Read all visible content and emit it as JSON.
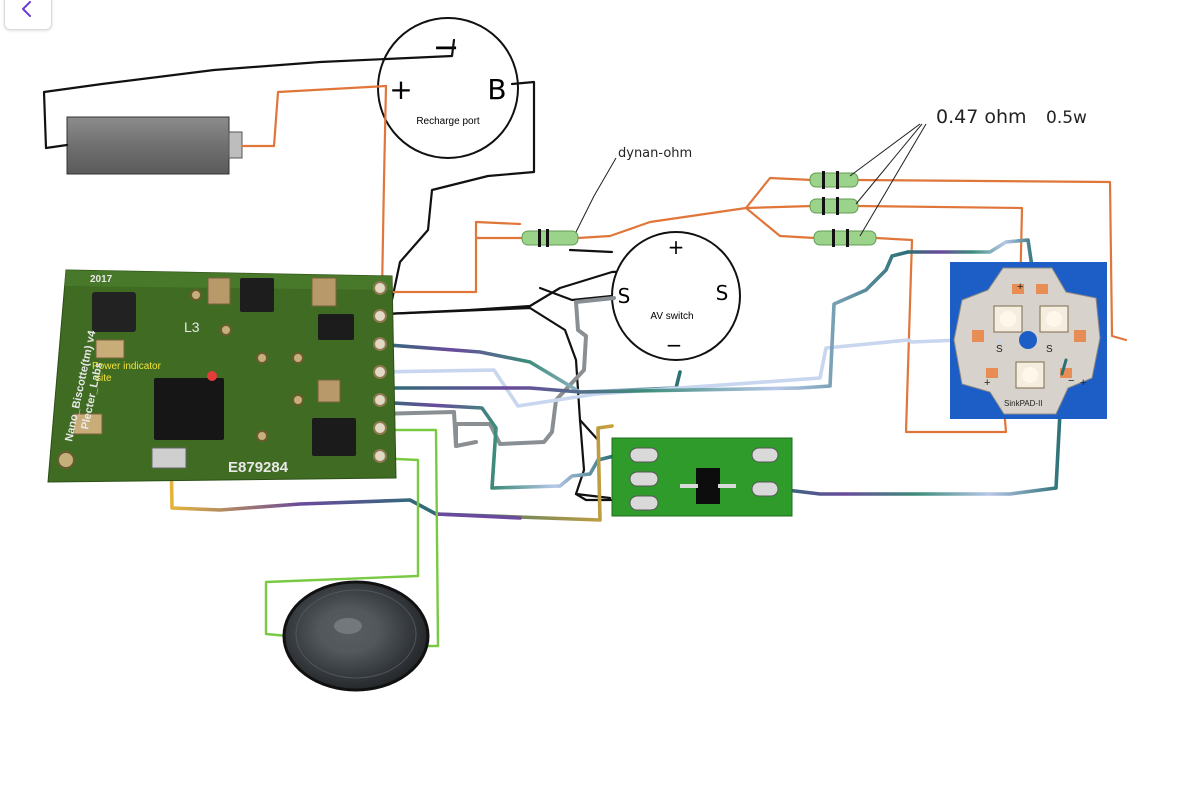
{
  "toolbar": {
    "back_icon": "chevron-left-icon"
  },
  "labels": {
    "recharge_port": "Recharge port",
    "recharge_minus": "−",
    "recharge_plus": "+",
    "recharge_b": "B",
    "av_switch": "AV switch",
    "av_plus": "+",
    "av_minus": "−",
    "av_s_left": "S",
    "av_s_right": "S",
    "resistor_note": "0.47 ohm",
    "resistor_watt": "0.5w",
    "dynamic_note": "dynan-ohm",
    "power_indicator": "Power indicator",
    "power_indicator_site": "site",
    "board_serial": "E879284",
    "board_name": "Nano_Biscotte(tm) v4",
    "board_brand": "Plecter_Labs",
    "board_year": "2017",
    "board_l3": "L3",
    "led_star": "SinkPAD-II",
    "led_plus": "+",
    "led_minus": "−",
    "led_s": "S"
  },
  "colors": {
    "wire_orange": "#e0763a",
    "wire_black": "#111111",
    "wire_green": "#7ac943",
    "wire_gray": "#8a8f93",
    "wire_teal": "#2a6f74",
    "wire_purple": "#6a4a9c",
    "wire_lightblue": "#c8d6ef",
    "pcb_green": "#3f6b22",
    "led_blue": "#1c5dc6",
    "switch_board": "#2e9b2a",
    "back_accent": "#6b3fd4"
  }
}
